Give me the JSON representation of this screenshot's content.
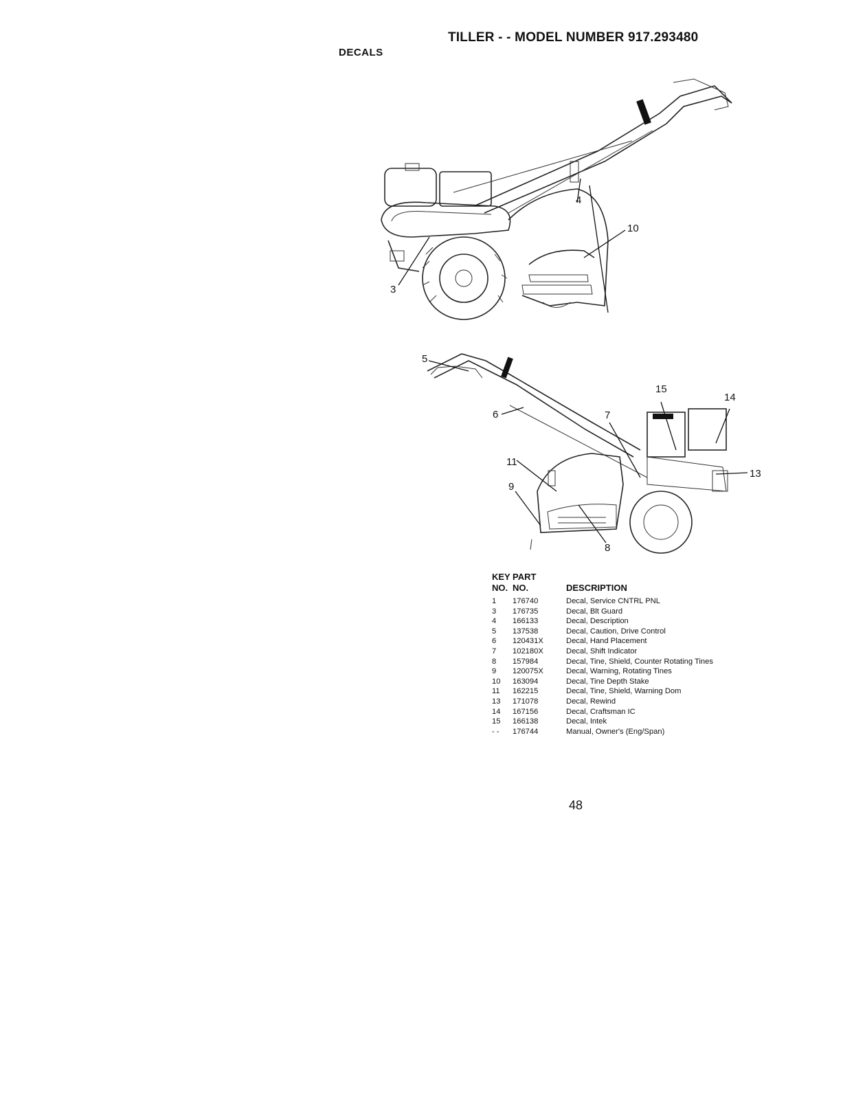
{
  "header": {
    "title": "TILLER - - MODEL NUMBER 917.293480",
    "section": "DECALS"
  },
  "figure_top": {
    "callouts": [
      "3",
      "4",
      "10"
    ]
  },
  "figure_bottom": {
    "callouts": [
      "5",
      "6",
      "7",
      "8",
      "9",
      "11",
      "13",
      "14",
      "15"
    ]
  },
  "parts_table": {
    "headers": {
      "key_line1": "KEY",
      "key_line2": "NO.",
      "part_line1": "PART",
      "part_line2": "NO.",
      "description": "DESCRIPTION"
    },
    "rows": [
      {
        "key": "1",
        "part": "176740",
        "description": "Decal, Service CNTRL PNL"
      },
      {
        "key": "3",
        "part": "176735",
        "description": "Decal, Blt Guard"
      },
      {
        "key": "4",
        "part": "166133",
        "description": "Decal, Description"
      },
      {
        "key": "5",
        "part": "137538",
        "description": "Decal, Caution, Drive Control"
      },
      {
        "key": "6",
        "part": "120431X",
        "description": "Decal, Hand Placement"
      },
      {
        "key": "7",
        "part": "102180X",
        "description": "Decal, Shift Indicator"
      },
      {
        "key": "8",
        "part": "157984",
        "description": "Decal, Tine, Shield, Counter Rotating Tines"
      },
      {
        "key": "9",
        "part": "120075X",
        "description": "Decal, Warning, Rotating Tines"
      },
      {
        "key": "10",
        "part": "163094",
        "description": "Decal, Tine Depth Stake"
      },
      {
        "key": "11",
        "part": "162215",
        "description": "Decal, Tine, Shield, Warning Dom"
      },
      {
        "key": "13",
        "part": "171078",
        "description": "Decal, Rewind"
      },
      {
        "key": "14",
        "part": "167156",
        "description": "Decal, Craftsman IC"
      },
      {
        "key": "15",
        "part": "166138",
        "description": "Decal, Intek"
      },
      {
        "key": "- -",
        "part": "176744",
        "description": "Manual, Owner's (Eng/Span)"
      }
    ]
  },
  "footer": {
    "page_number": "48"
  }
}
